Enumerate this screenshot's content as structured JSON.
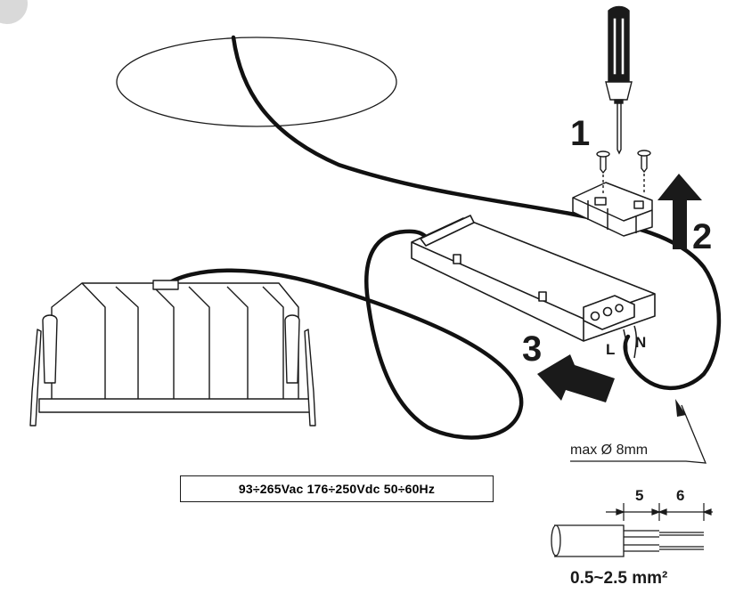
{
  "steps": {
    "one": "1",
    "two": "2",
    "three": "3"
  },
  "terminals": {
    "live": "L",
    "neutral": "N"
  },
  "cable": {
    "max_diameter": "max Ø 8mm"
  },
  "strip": {
    "sheath_strip": "5",
    "conductor_strip": "6"
  },
  "wire_section": {
    "label": "0.5~2.5 mm²"
  },
  "supply": {
    "spec": "93÷265Vac 176÷250Vdc 50÷60Hz"
  },
  "colors": {
    "ink": "#1a1a1a",
    "cable": "#111111",
    "background": "#ffffff",
    "corner_circle": "#d9d9d9"
  }
}
